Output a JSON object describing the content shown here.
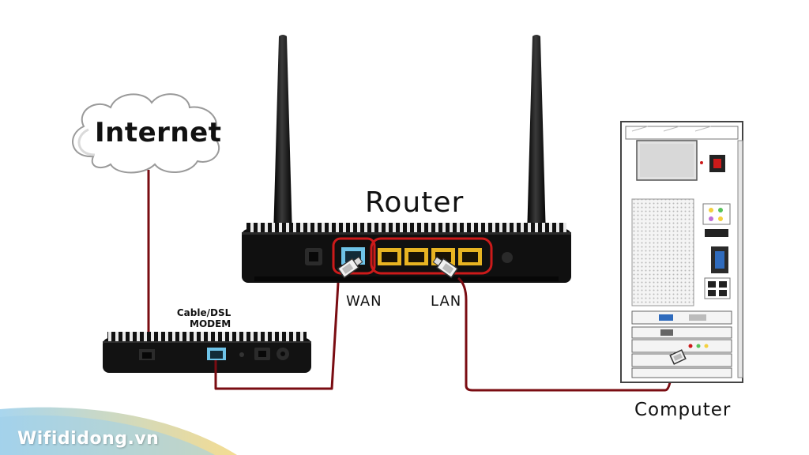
{
  "labels": {
    "internet": "Internet",
    "router": "Router",
    "modem_line1": "Cable/DSL",
    "modem_line2": "MODEM",
    "wan": "WAN",
    "lan": "LAN",
    "computer": "Computer"
  },
  "watermark": "Wifididong.vn",
  "colors": {
    "cable": "#7a0c12",
    "highlight": "#cc1a1a",
    "device_body": "#111111",
    "port_yellow": "#e8b422",
    "port_blue": "#6ec3e8",
    "watermark_band": "#f2d68a",
    "watermark_band_2": "#9fd0ea"
  },
  "icons": [
    "cloud-icon",
    "antenna-icon",
    "ethernet-plug-icon",
    "ethernet-port-icon",
    "power-socket-icon"
  ]
}
